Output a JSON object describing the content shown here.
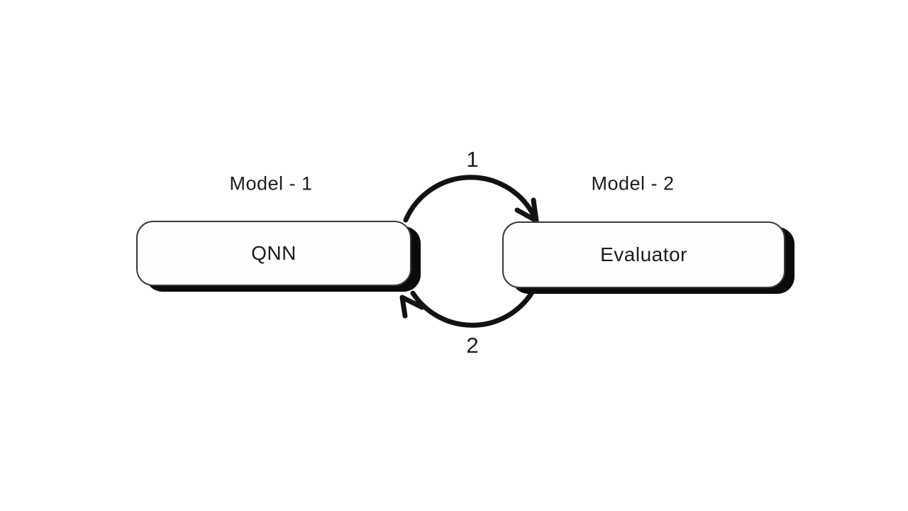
{
  "colors": {
    "background": "#ffffff",
    "node_fill": "#fffdfd",
    "node_outline": "#3a3a3a",
    "shadow": "#0b0b0b",
    "arrow_stroke": "#121212",
    "text": "#1c1c1c"
  },
  "nodes": {
    "model1": {
      "caption": "Model - 1",
      "label": "QNN"
    },
    "model2": {
      "caption": "Model - 2",
      "label": "Evaluator"
    }
  },
  "loop": {
    "top_arrow": {
      "label": "1",
      "direction": "QNN to Evaluator"
    },
    "bottom_arrow": {
      "label": "2",
      "direction": "Evaluator to QNN"
    }
  }
}
